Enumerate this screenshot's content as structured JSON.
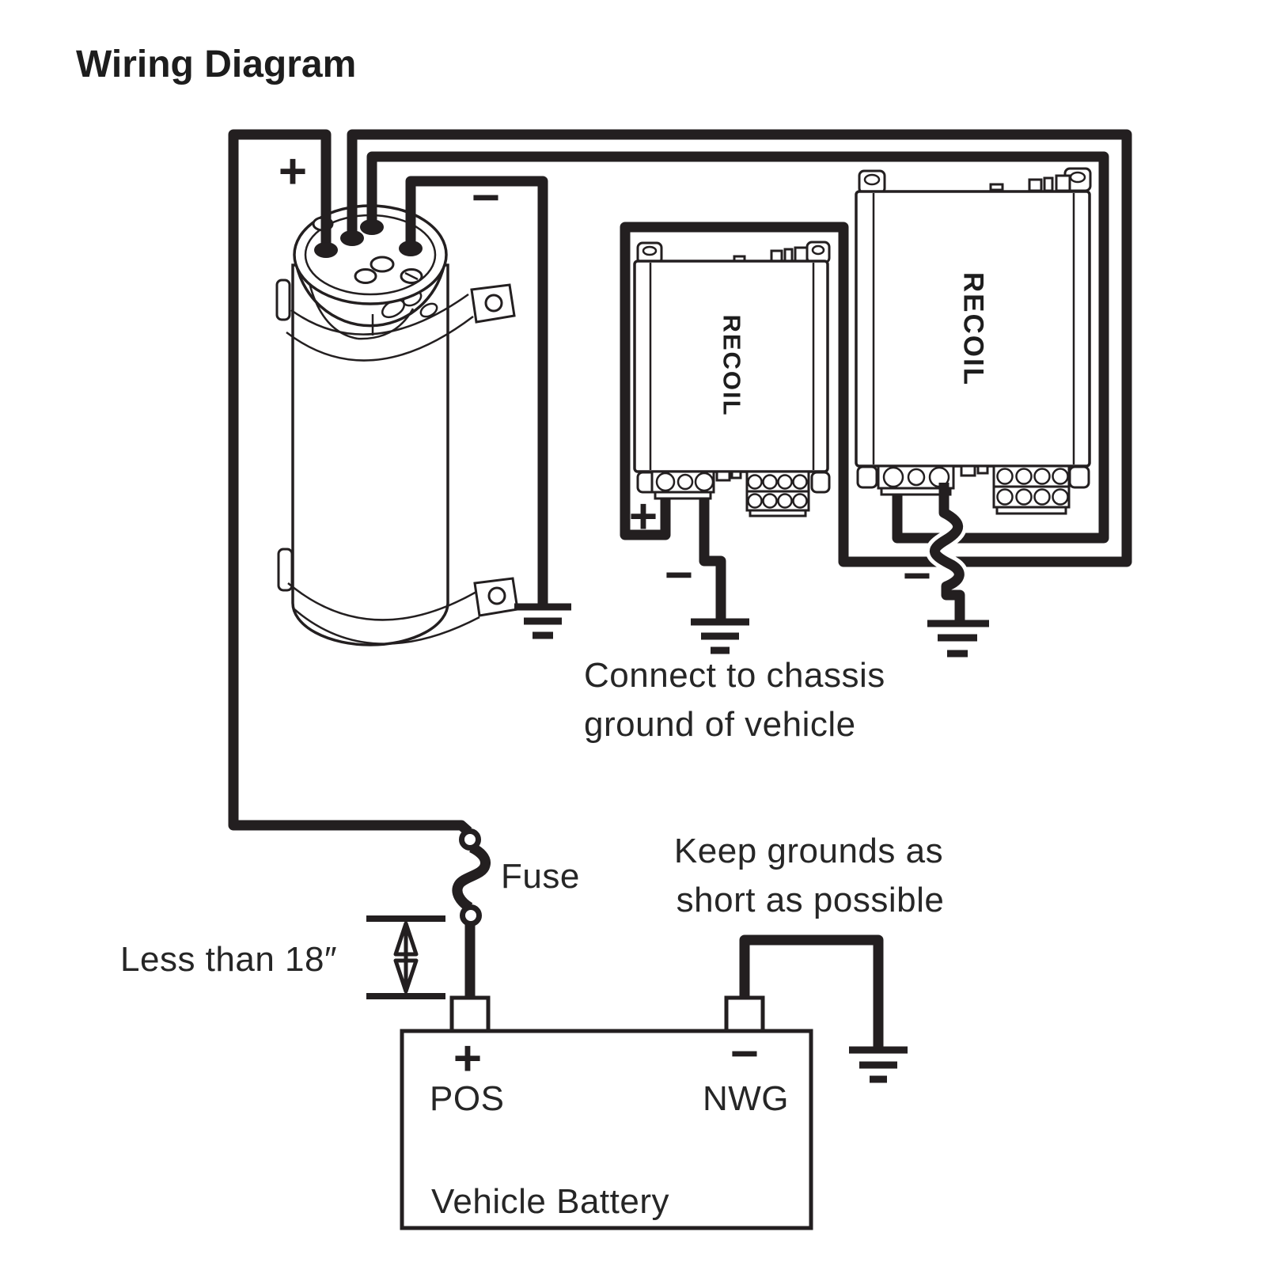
{
  "title": "Wiring Diagram",
  "colors": {
    "ink": "#231f20",
    "background": "#ffffff",
    "text": "#262626"
  },
  "capacitor": {
    "positive_label": "+",
    "negative_label": "−"
  },
  "amplifiers": {
    "brand": "RECOIL",
    "small_amp_positive_label": "+",
    "small_amp_negative_label": "−",
    "big_amp_negative_label": "−"
  },
  "notes": {
    "chassis_line1": "Connect to chassis",
    "chassis_line2": "ground of vehicle",
    "grounds_line1": "Keep grounds as",
    "grounds_line2": "short as possible",
    "fuse_label": "Fuse",
    "distance_label": "Less than 18″"
  },
  "battery": {
    "name": "Vehicle Battery",
    "positive_symbol": "+",
    "negative_symbol": "−",
    "positive_terminal": "POS",
    "negative_terminal": "NWG"
  }
}
